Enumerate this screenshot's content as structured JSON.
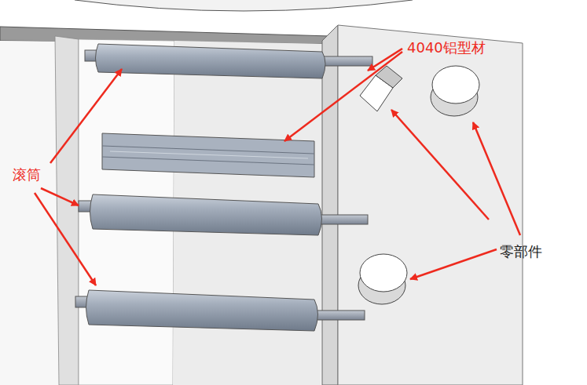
{
  "diagram": {
    "labels": [
      "4040铝型材",
      "滚筒",
      "零部件"
    ]
  }
}
